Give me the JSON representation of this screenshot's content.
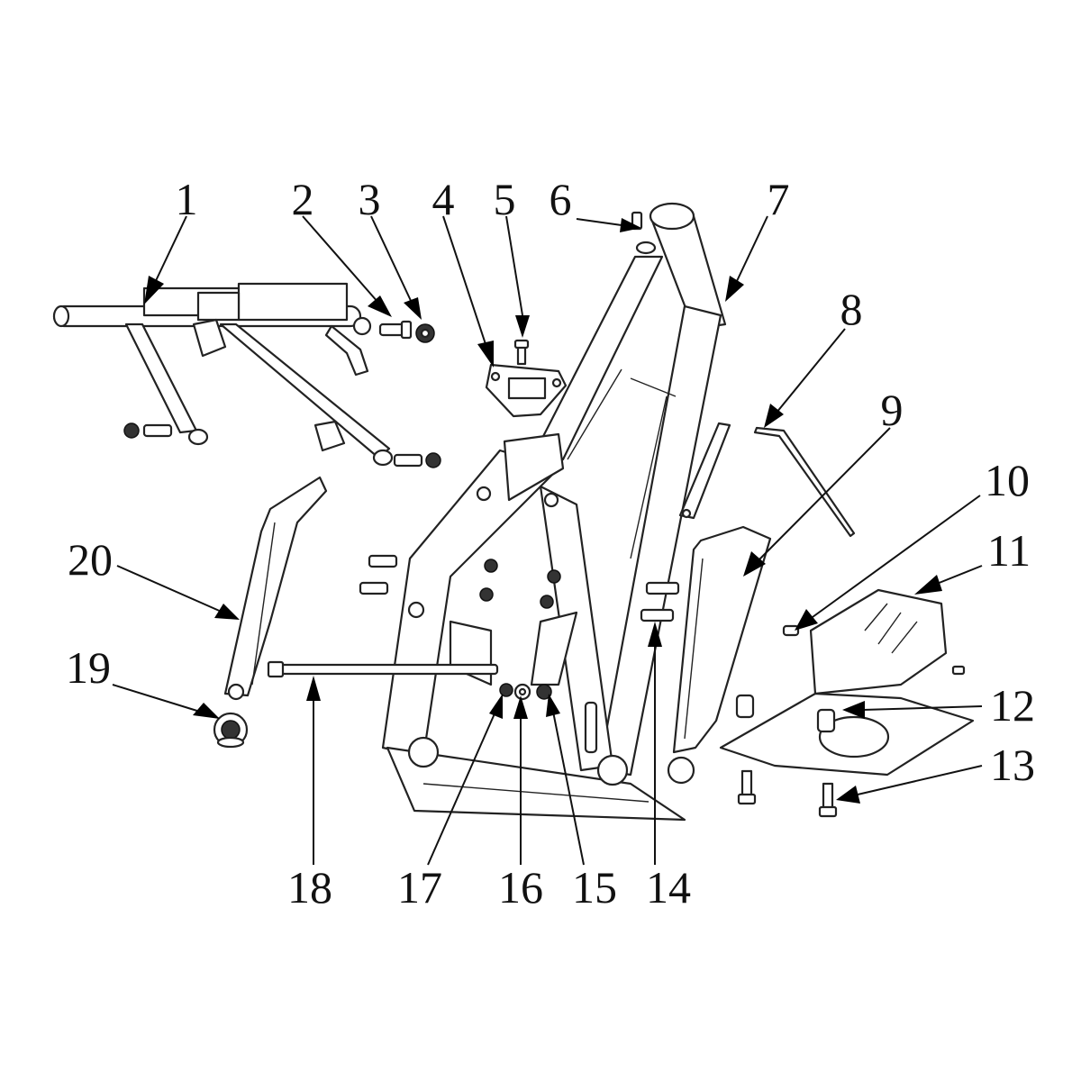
{
  "diagram": {
    "callouts": [
      {
        "id": 1,
        "label": "1"
      },
      {
        "id": 2,
        "label": "2"
      },
      {
        "id": 3,
        "label": "3"
      },
      {
        "id": 4,
        "label": "4"
      },
      {
        "id": 5,
        "label": "5"
      },
      {
        "id": 6,
        "label": "6"
      },
      {
        "id": 7,
        "label": "7"
      },
      {
        "id": 8,
        "label": "8"
      },
      {
        "id": 9,
        "label": "9"
      },
      {
        "id": 10,
        "label": "10"
      },
      {
        "id": 11,
        "label": "11"
      },
      {
        "id": 12,
        "label": "12"
      },
      {
        "id": 13,
        "label": "13"
      },
      {
        "id": 14,
        "label": "14"
      },
      {
        "id": 15,
        "label": "15"
      },
      {
        "id": 16,
        "label": "16"
      },
      {
        "id": 17,
        "label": "17"
      },
      {
        "id": 18,
        "label": "18"
      },
      {
        "id": 19,
        "label": "19"
      },
      {
        "id": 20,
        "label": "20"
      }
    ]
  }
}
